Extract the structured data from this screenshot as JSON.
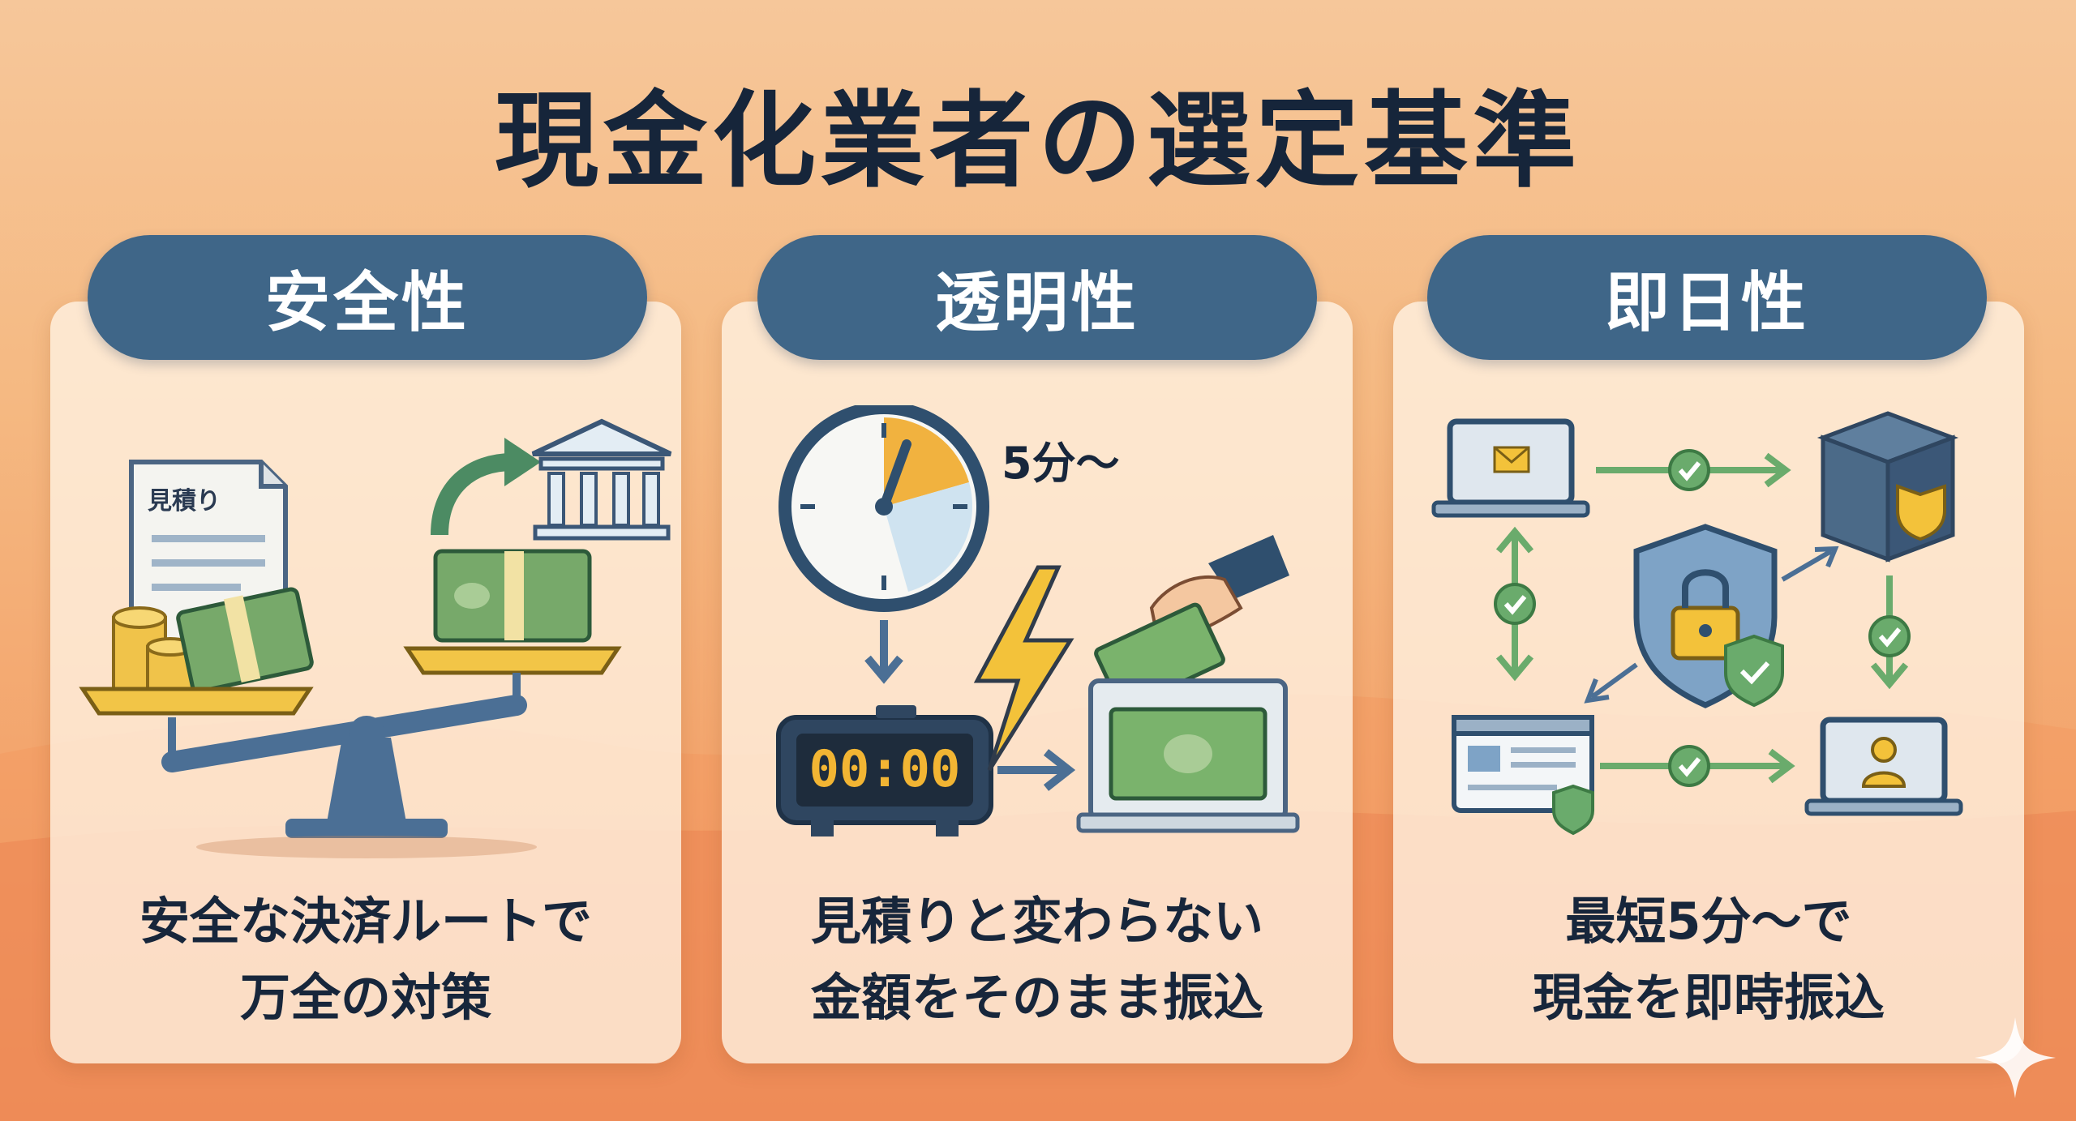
{
  "title": "現金化業者の選定基準",
  "colors": {
    "pill": "#3f6688",
    "title_text": "#16253a",
    "card_bg": "#fff3e4",
    "accent_green": "#6aab6c",
    "accent_yellow": "#f3c23a"
  },
  "cards": [
    {
      "heading": "安全性",
      "icon_label": "見積り",
      "icons": [
        "document-icon",
        "coins-icon",
        "cash-stack-icon",
        "arrow-icon",
        "bank-icon",
        "balance-scale-icon"
      ],
      "desc_line1": "安全な決済ルートで",
      "desc_line2": "万全の対策"
    },
    {
      "heading": "透明性",
      "clock_label": "5分〜",
      "digital_time": "00:00",
      "icons": [
        "clock-icon",
        "digital-clock-icon",
        "lightning-icon",
        "hand-money-icon",
        "cash-drawer-icon"
      ],
      "desc_line1": "見積りと変わらない",
      "desc_line2": "金額をそのまま振込"
    },
    {
      "heading": "即日性",
      "icons": [
        "laptop-mail-icon",
        "server-shield-icon",
        "shield-lock-icon",
        "browser-window-icon",
        "laptop-user-icon",
        "check-icon"
      ],
      "desc_line1": "最短5分〜で",
      "desc_line2": "現金を即時振込"
    }
  ]
}
